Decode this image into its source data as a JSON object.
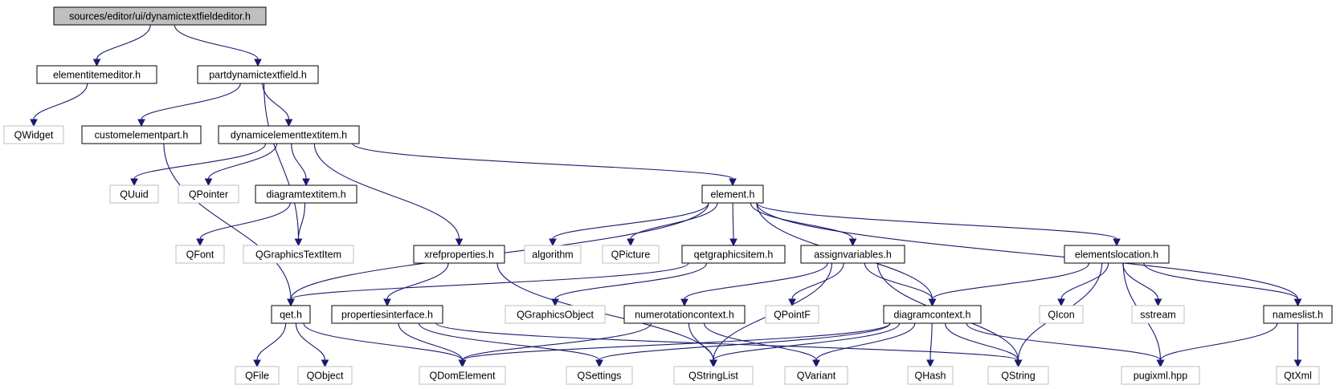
{
  "title": "sources/editor/ui/dynamictextfieldeditor.h",
  "colors": {
    "edge": "#191970",
    "node_border_internal": "#000000",
    "node_border_external": "#bfbfbf",
    "root_fill": "#bfbfbf",
    "node_fill": "#ffffff"
  },
  "nodes": [
    {
      "id": "root",
      "label": "sources/editor/ui/dynamictextfieldeditor.h",
      "kind": "root"
    },
    {
      "id": "elementitemeditor",
      "label": "elementitemeditor.h",
      "kind": "internal"
    },
    {
      "id": "partdynamictextfield",
      "label": "partdynamictextfield.h",
      "kind": "internal"
    },
    {
      "id": "QWidget",
      "label": "QWidget",
      "kind": "external"
    },
    {
      "id": "customelementpart",
      "label": "customelementpart.h",
      "kind": "internal"
    },
    {
      "id": "dynamicelementtextitem",
      "label": "dynamicelementtextitem.h",
      "kind": "internal"
    },
    {
      "id": "QUuid",
      "label": "QUuid",
      "kind": "external"
    },
    {
      "id": "QPointer",
      "label": "QPointer",
      "kind": "external"
    },
    {
      "id": "diagramtextitem",
      "label": "diagramtextitem.h",
      "kind": "internal"
    },
    {
      "id": "element",
      "label": "element.h",
      "kind": "internal"
    },
    {
      "id": "QFont",
      "label": "QFont",
      "kind": "external"
    },
    {
      "id": "QGraphicsTextItem",
      "label": "QGraphicsTextItem",
      "kind": "external"
    },
    {
      "id": "xrefproperties",
      "label": "xrefproperties.h",
      "kind": "internal"
    },
    {
      "id": "algorithm",
      "label": "algorithm",
      "kind": "external"
    },
    {
      "id": "QPicture",
      "label": "QPicture",
      "kind": "external"
    },
    {
      "id": "qetgraphicsitem",
      "label": "qetgraphicsitem.h",
      "kind": "internal"
    },
    {
      "id": "assignvariables",
      "label": "assignvariables.h",
      "kind": "internal"
    },
    {
      "id": "elementslocation",
      "label": "elementslocation.h",
      "kind": "internal"
    },
    {
      "id": "qet",
      "label": "qet.h",
      "kind": "internal"
    },
    {
      "id": "propertiesinterface",
      "label": "propertiesinterface.h",
      "kind": "internal"
    },
    {
      "id": "QGraphicsObject",
      "label": "QGraphicsObject",
      "kind": "external"
    },
    {
      "id": "numerotationcontext",
      "label": "numerotationcontext.h",
      "kind": "internal"
    },
    {
      "id": "QPointF",
      "label": "QPointF",
      "kind": "external"
    },
    {
      "id": "diagramcontext",
      "label": "diagramcontext.h",
      "kind": "internal"
    },
    {
      "id": "QIcon",
      "label": "QIcon",
      "kind": "external"
    },
    {
      "id": "sstream",
      "label": "sstream",
      "kind": "external"
    },
    {
      "id": "nameslist",
      "label": "nameslist.h",
      "kind": "internal"
    },
    {
      "id": "QFile",
      "label": "QFile",
      "kind": "external"
    },
    {
      "id": "QObject",
      "label": "QObject",
      "kind": "external"
    },
    {
      "id": "QDomElement",
      "label": "QDomElement",
      "kind": "external"
    },
    {
      "id": "QSettings",
      "label": "QSettings",
      "kind": "external"
    },
    {
      "id": "QStringList",
      "label": "QStringList",
      "kind": "external"
    },
    {
      "id": "QVariant",
      "label": "QVariant",
      "kind": "external"
    },
    {
      "id": "QHash",
      "label": "QHash",
      "kind": "external"
    },
    {
      "id": "QString",
      "label": "QString",
      "kind": "external"
    },
    {
      "id": "pugixml",
      "label": "pugixml.hpp",
      "kind": "external"
    },
    {
      "id": "QtXml",
      "label": "QtXml",
      "kind": "external"
    }
  ],
  "edges": [
    [
      "root",
      "elementitemeditor"
    ],
    [
      "root",
      "partdynamictextfield"
    ],
    [
      "elementitemeditor",
      "QWidget"
    ],
    [
      "partdynamictextfield",
      "customelementpart"
    ],
    [
      "partdynamictextfield",
      "dynamicelementtextitem"
    ],
    [
      "partdynamictextfield",
      "QGraphicsTextItem"
    ],
    [
      "customelementpart",
      "qet"
    ],
    [
      "dynamicelementtextitem",
      "QUuid"
    ],
    [
      "dynamicelementtextitem",
      "QPointer"
    ],
    [
      "dynamicelementtextitem",
      "diagramtextitem"
    ],
    [
      "dynamicelementtextitem",
      "element"
    ],
    [
      "dynamicelementtextitem",
      "xrefproperties"
    ],
    [
      "diagramtextitem",
      "QFont"
    ],
    [
      "diagramtextitem",
      "QGraphicsTextItem"
    ],
    [
      "element",
      "qet"
    ],
    [
      "element",
      "algorithm"
    ],
    [
      "element",
      "QPicture"
    ],
    [
      "element",
      "qetgraphicsitem"
    ],
    [
      "element",
      "assignvariables"
    ],
    [
      "element",
      "diagramcontext"
    ],
    [
      "element",
      "elementslocation"
    ],
    [
      "element",
      "nameslist"
    ],
    [
      "xrefproperties",
      "propertiesinterface"
    ],
    [
      "xrefproperties",
      "QStringList"
    ],
    [
      "qetgraphicsitem",
      "qet"
    ],
    [
      "qetgraphicsitem",
      "QGraphicsObject"
    ],
    [
      "assignvariables",
      "numerotationcontext"
    ],
    [
      "assignvariables",
      "QPointF"
    ],
    [
      "assignvariables",
      "diagramcontext"
    ],
    [
      "assignvariables",
      "QStringList"
    ],
    [
      "assignvariables",
      "QString"
    ],
    [
      "elementslocation",
      "diagramcontext"
    ],
    [
      "elementslocation",
      "QIcon"
    ],
    [
      "elementslocation",
      "sstream"
    ],
    [
      "elementslocation",
      "nameslist"
    ],
    [
      "elementslocation",
      "QString"
    ],
    [
      "elementslocation",
      "pugixml"
    ],
    [
      "qet",
      "QFile"
    ],
    [
      "qet",
      "QObject"
    ],
    [
      "qet",
      "QDomElement"
    ],
    [
      "propertiesinterface",
      "QDomElement"
    ],
    [
      "propertiesinterface",
      "QSettings"
    ],
    [
      "propertiesinterface",
      "QString"
    ],
    [
      "numerotationcontext",
      "QDomElement"
    ],
    [
      "numerotationcontext",
      "QStringList"
    ],
    [
      "numerotationcontext",
      "QVariant"
    ],
    [
      "diagramcontext",
      "QDomElement"
    ],
    [
      "diagramcontext",
      "QSettings"
    ],
    [
      "diagramcontext",
      "QStringList"
    ],
    [
      "diagramcontext",
      "QVariant"
    ],
    [
      "diagramcontext",
      "QHash"
    ],
    [
      "diagramcontext",
      "QString"
    ],
    [
      "diagramcontext",
      "pugixml"
    ],
    [
      "nameslist",
      "pugixml"
    ],
    [
      "nameslist",
      "QtXml"
    ]
  ]
}
